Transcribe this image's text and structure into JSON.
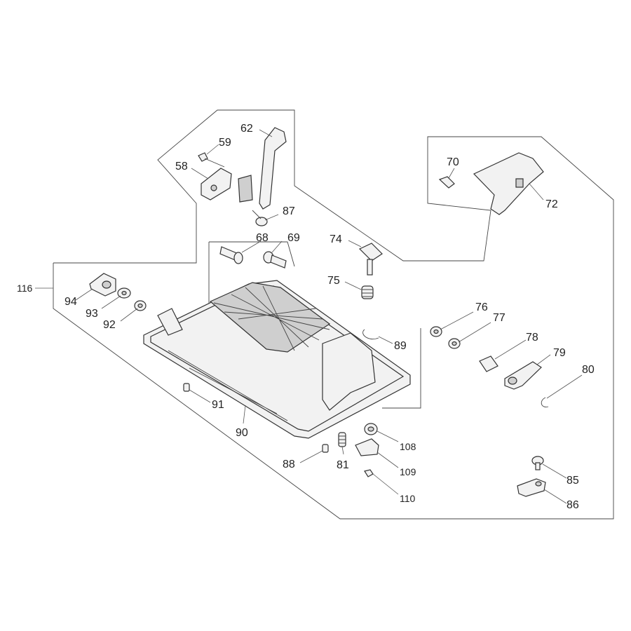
{
  "diagram": {
    "callouts": {
      "c116": "116",
      "c94": "94",
      "c93": "93",
      "c92": "92",
      "c58": "58",
      "c59": "59",
      "c62": "62",
      "c87": "87",
      "c68": "68",
      "c69": "69",
      "c70": "70",
      "c72": "72",
      "c74": "74",
      "c75": "75",
      "c89": "89",
      "c76": "76",
      "c77": "77",
      "c78": "78",
      "c79": "79",
      "c80": "80",
      "c91": "91",
      "c90": "90",
      "c88": "88",
      "c81": "81",
      "c108": "108",
      "c109": "109",
      "c110": "110",
      "c85": "85",
      "c86": "86"
    }
  }
}
